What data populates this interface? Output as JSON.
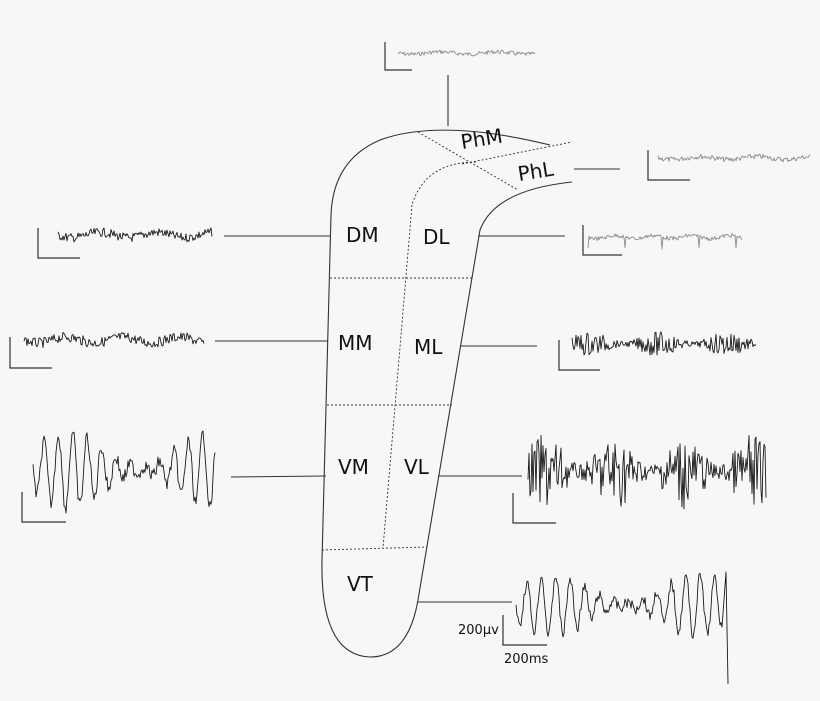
{
  "regions": {
    "phm": "PhM",
    "phl": "PhL",
    "dm": "DM",
    "dl": "DL",
    "mm": "MM",
    "ml": "ML",
    "vm": "VM",
    "vl": "VL",
    "vt": "VT"
  },
  "scale": {
    "voltage": "200µv",
    "time": "200ms"
  },
  "colors": {
    "faint_trace": "#8c8c8c",
    "strong_trace": "#1a1a1a",
    "line": "#333333"
  }
}
